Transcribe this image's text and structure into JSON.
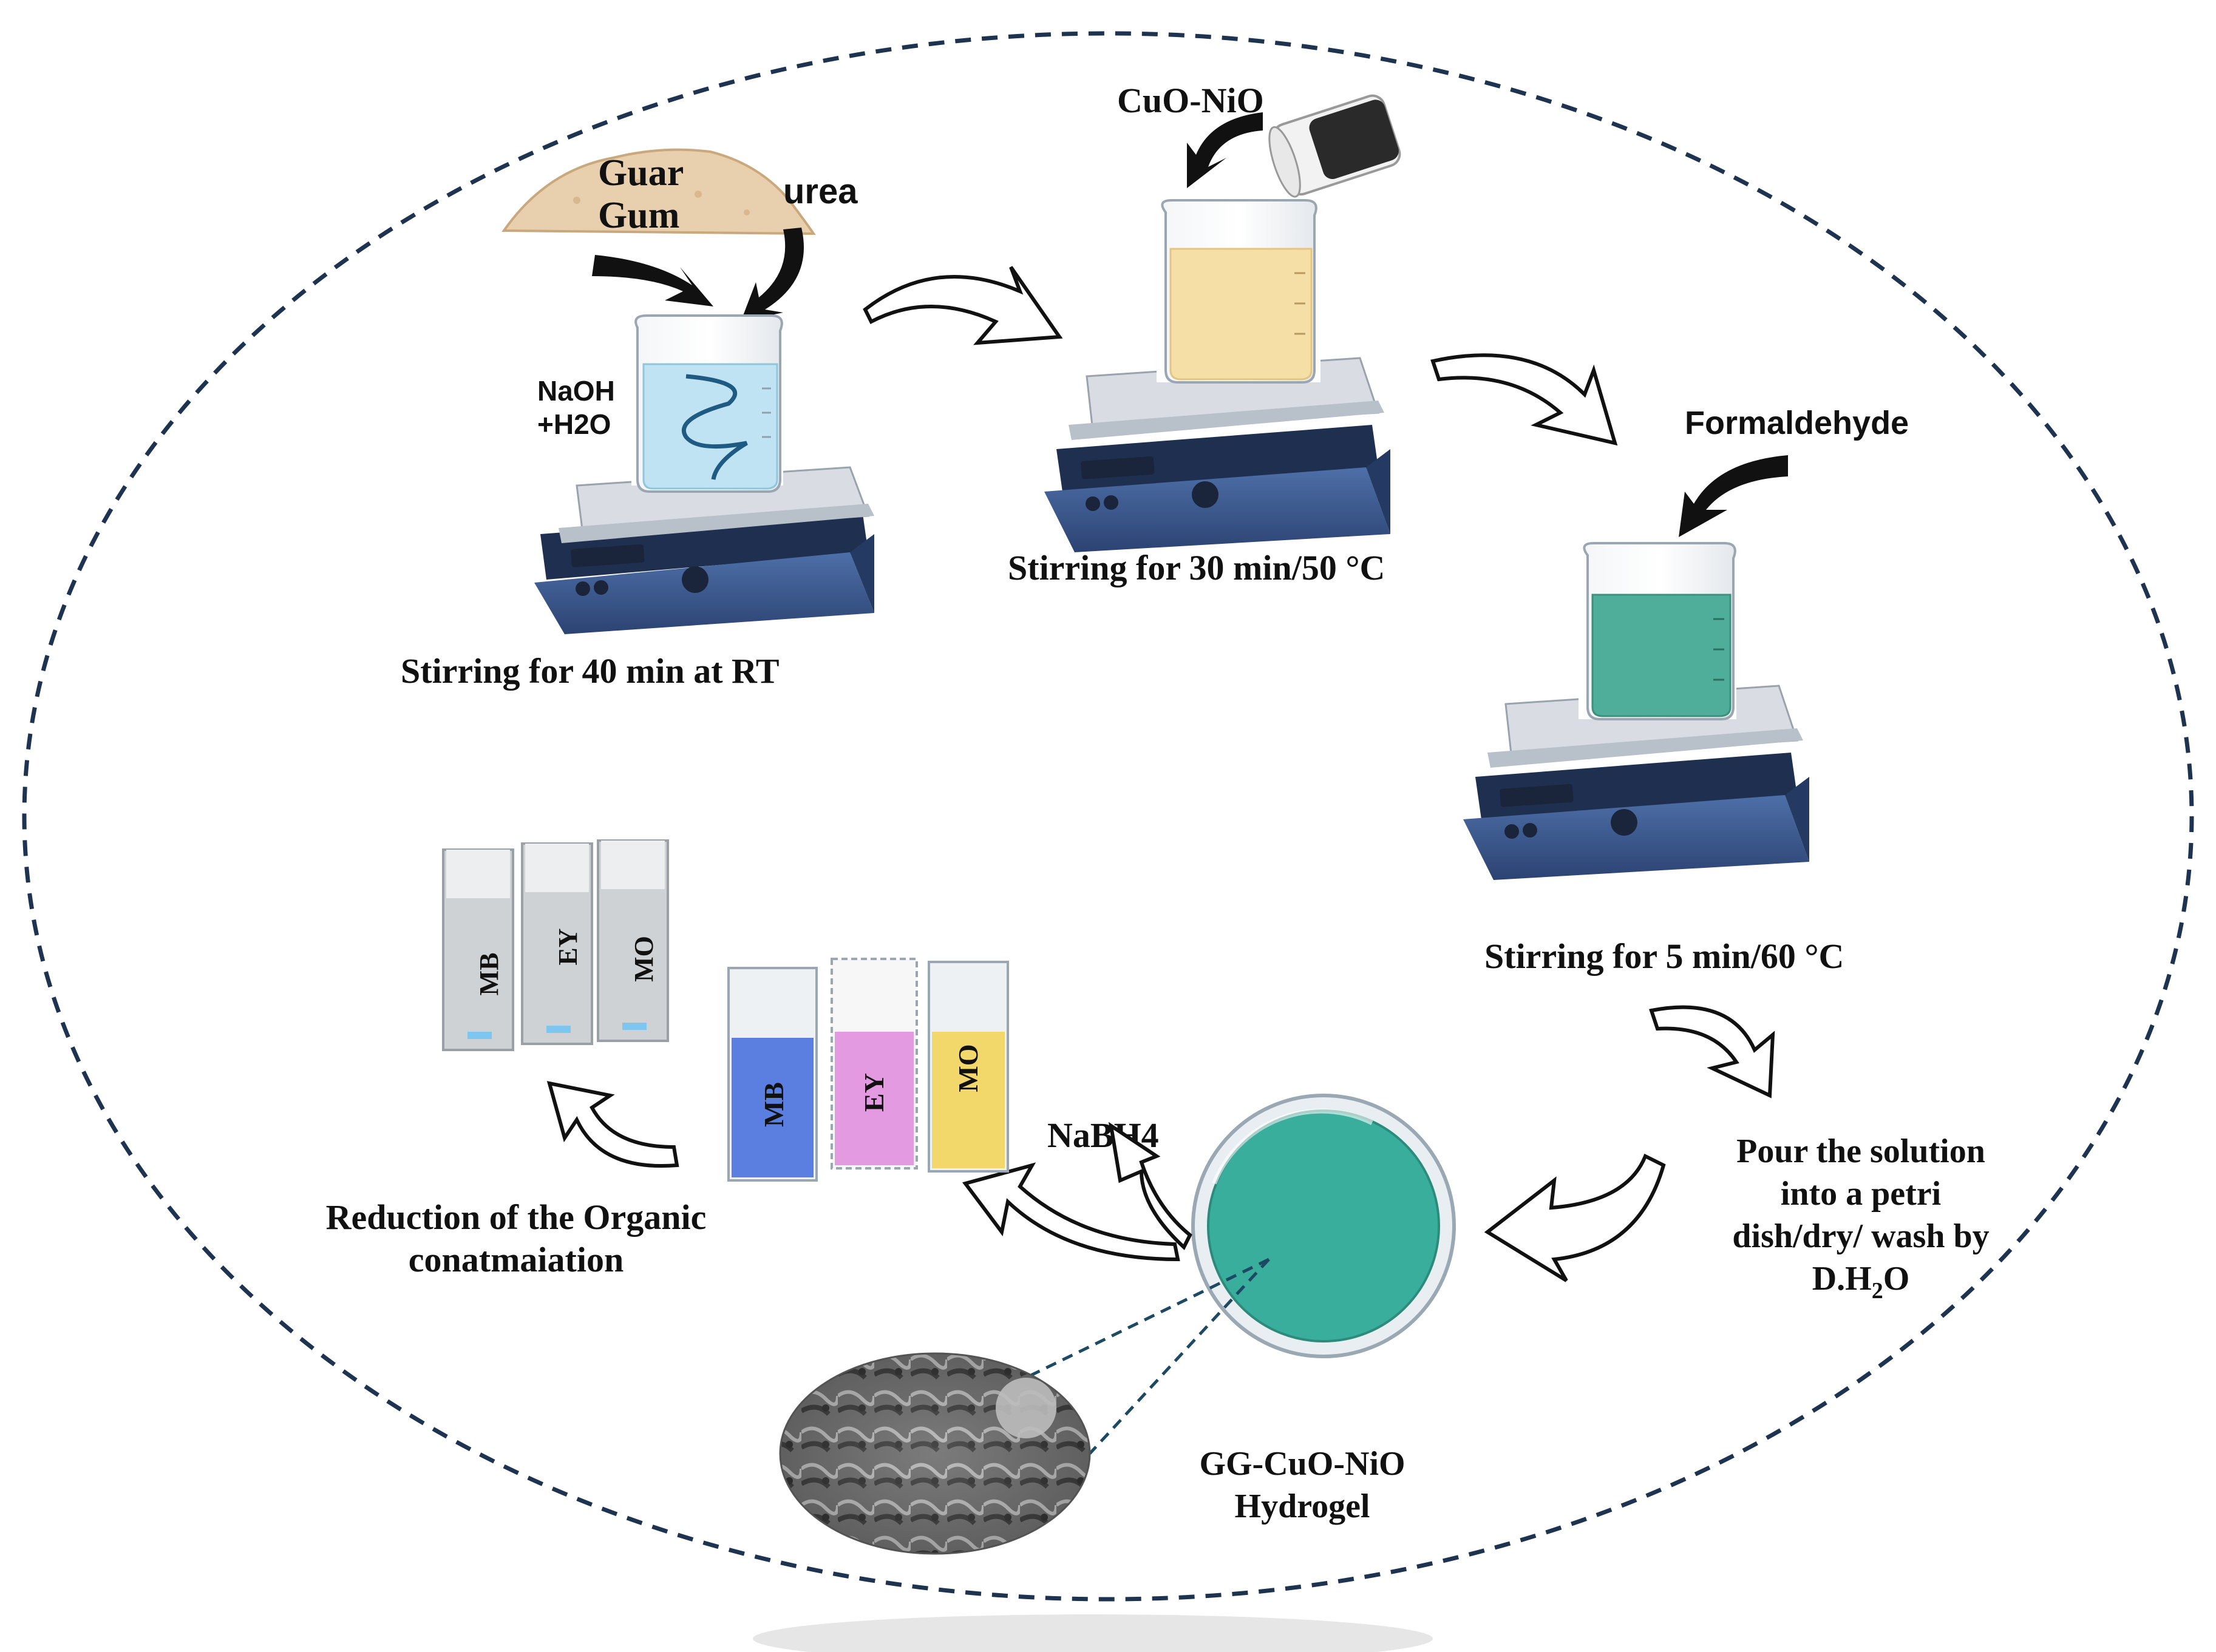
{
  "labels": {
    "guar_gum_line1": "Guar",
    "guar_gum_line2": "Gum",
    "urea": "urea",
    "naoh_line1": "NaOH",
    "naoh_line2": "+H2O",
    "cuo_nio": "CuO-NiO",
    "formaldehyde": "Formaldehyde",
    "nabh4": "NaBH4"
  },
  "steps": {
    "step1": "Stirring for 40 min at RT",
    "step2": "Stirring for 30 min/50 °C",
    "step3": "Stirring for 5 min/60 °C",
    "step4_line1": "Pour the solution",
    "step4_line2": "into a petri",
    "step4_line3": "dish/dry/ wash by",
    "step4_line4_main": "D.H",
    "step4_line4_sub": "2",
    "step4_line4_end": "O",
    "hydrogel_line1": "GG-CuO-NiO",
    "hydrogel_line2": "Hydrogel",
    "reduction_line1": "Reduction of  the Organic",
    "reduction_line2": "conatmaiation"
  },
  "cuvettes_before": [
    "MB",
    "EY",
    "MO"
  ],
  "cuvettes_after": [
    "MB",
    "EY",
    "MO"
  ],
  "colors": {
    "hotplate_body": "#3b5a8f",
    "hotplate_dark": "#2a3f66",
    "plate_top": "#d9dde3",
    "water": "#bfe3f2",
    "yellow_solution": "#f5dfa6",
    "green_solution": "#4fae99",
    "petri_fill": "#3aae9c",
    "mb_blue": "#5a7fe0",
    "ey_pink": "#e39ae0",
    "mo_yellow": "#f2d76a",
    "guar_powder": "#e8cfae"
  }
}
